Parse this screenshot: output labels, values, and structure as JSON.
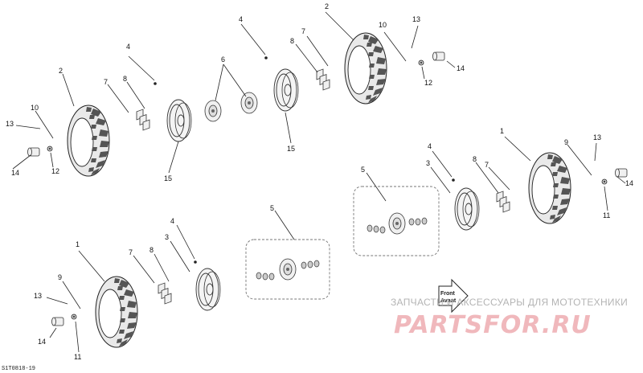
{
  "diagram_code": "S1T0818-19",
  "front_label": "Front",
  "front_label_fr": "Avant",
  "watermark": {
    "tagline": "ЗАПЧАСТИ И АКСЕССУАРЫ ДЛЯ МОТОТЕХНИКИ",
    "logo": "PARTSFOR.RU"
  },
  "colors": {
    "line": "#222222",
    "watermark": "#f0b8bc"
  },
  "callouts": {
    "c2a": "2",
    "c2b": "2",
    "c4a": "4",
    "c4b": "4",
    "c4c": "4",
    "c4d": "4",
    "c6": "6",
    "c7a": "7",
    "c7b": "7",
    "c7c": "7",
    "c7d": "7",
    "c8a": "8",
    "c8b": "8",
    "c8c": "8",
    "c8d": "8",
    "c10a": "10",
    "c10b": "10",
    "c13a": "13",
    "c13b": "13",
    "c13c": "13",
    "c13d": "13",
    "c12a": "12",
    "c12b": "12",
    "c14a": "14",
    "c14b": "14",
    "c14c": "14",
    "c14d": "14",
    "c15a": "15",
    "c15b": "15",
    "c5a": "5",
    "c5b": "5",
    "c3a": "3",
    "c3b": "3",
    "c1a": "1",
    "c1b": "1",
    "c9a": "9",
    "c9b": "9",
    "c11a": "11",
    "c11b": "11"
  }
}
